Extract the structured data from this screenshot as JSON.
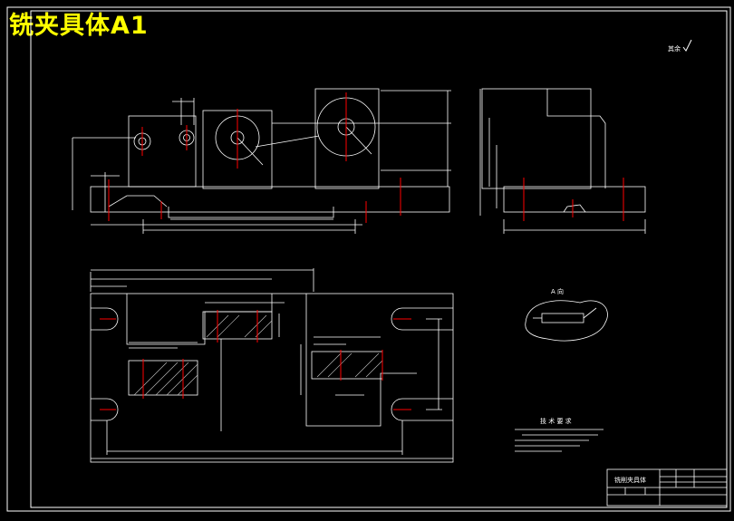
{
  "drawing": {
    "title": "铣夹具体A1",
    "corner_note": "其余",
    "section_label": "A 向",
    "tech_requirements": {
      "heading": "技 术 要 求"
    },
    "title_block": {
      "part_name": "铣削夹具体"
    }
  },
  "colors": {
    "background": "#000000",
    "outline": "#ffffff",
    "centerline": "#ff0000",
    "hatch": "#c0c0c0",
    "title": "#ffff00"
  }
}
